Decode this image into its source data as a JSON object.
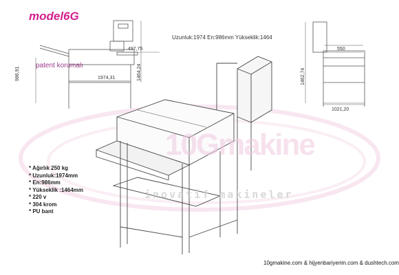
{
  "title": "model6G",
  "dimensions_text": "Uzunluk:1974 En:986mm Yükseklik:1464",
  "patent_text": "patent korumalı",
  "drawing_dims": {
    "d_497": "497,75",
    "d_1974": "1974,31",
    "d_986": "986,91",
    "d_1464a": "1464,24",
    "d_550": "550",
    "d_1462": "1462,74",
    "d_1021": "1021,20"
  },
  "specs": [
    "* Ağırlık 250 kg",
    "* Uzunluk:1974mm",
    "* En:986mm",
    "* Yükseklik :1464mm",
    "* 220 v",
    "* 304 krom",
    "* PU bant"
  ],
  "watermark": {
    "brand": "makine",
    "brand_prefix": "10G",
    "tagline": "inovatif makineler"
  },
  "footer": "10gmakine.com & hijyenbariyerim.com & dushtech.com",
  "colors": {
    "title": "#d21f8c",
    "line": "#444444",
    "watermark_pink": "#f0c9e0"
  }
}
